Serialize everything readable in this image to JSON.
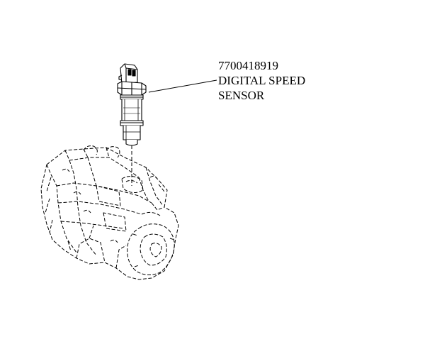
{
  "callout": {
    "part_number": "7700418919",
    "line1": "DIGITAL SPEED",
    "line2": "SENSOR"
  },
  "colors": {
    "ink": "#000000",
    "background": "#ffffff"
  },
  "icons": {
    "sensor": "speed-sensor-icon",
    "gearbox": "gearbox-housing-icon"
  }
}
